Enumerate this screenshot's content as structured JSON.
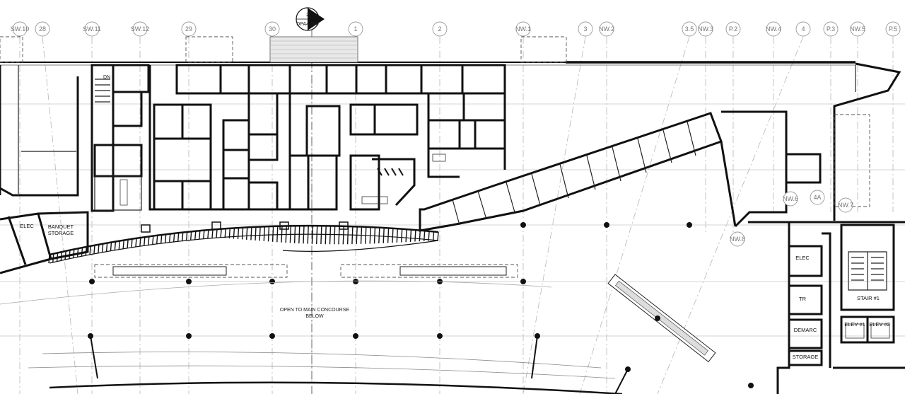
{
  "grid_bubbles": [
    "SW.10",
    "28",
    "SW.11",
    "SW.12",
    "29",
    "30",
    "1",
    "2",
    "NW.1",
    "3",
    "NW.2",
    "3.5",
    "NW.3",
    "P.2",
    "NW.4",
    "4",
    "P.3",
    "NW.5",
    "P.5"
  ],
  "section_marker": {
    "number": "2",
    "sheet": "DPA4.100"
  },
  "lower_grid_bubbles": [
    "NW.6",
    "4A",
    "NW.7",
    "NW.8"
  ],
  "rooms": {
    "elec_left": "ELEC",
    "banquet_line1": "BANQUET",
    "banquet_line2": "STORAGE",
    "elec_right": "ELEC",
    "tr": "TR",
    "demarc": "DEMARC",
    "storage": "STORAGE",
    "stair": "STAIR #1",
    "elev1": "ELEV #1",
    "elev2": "ELEV #2"
  },
  "notes": {
    "open_line1": "OPEN TO MAIN CONCOURSE",
    "open_line2": "BELOW",
    "dn": "DN"
  }
}
